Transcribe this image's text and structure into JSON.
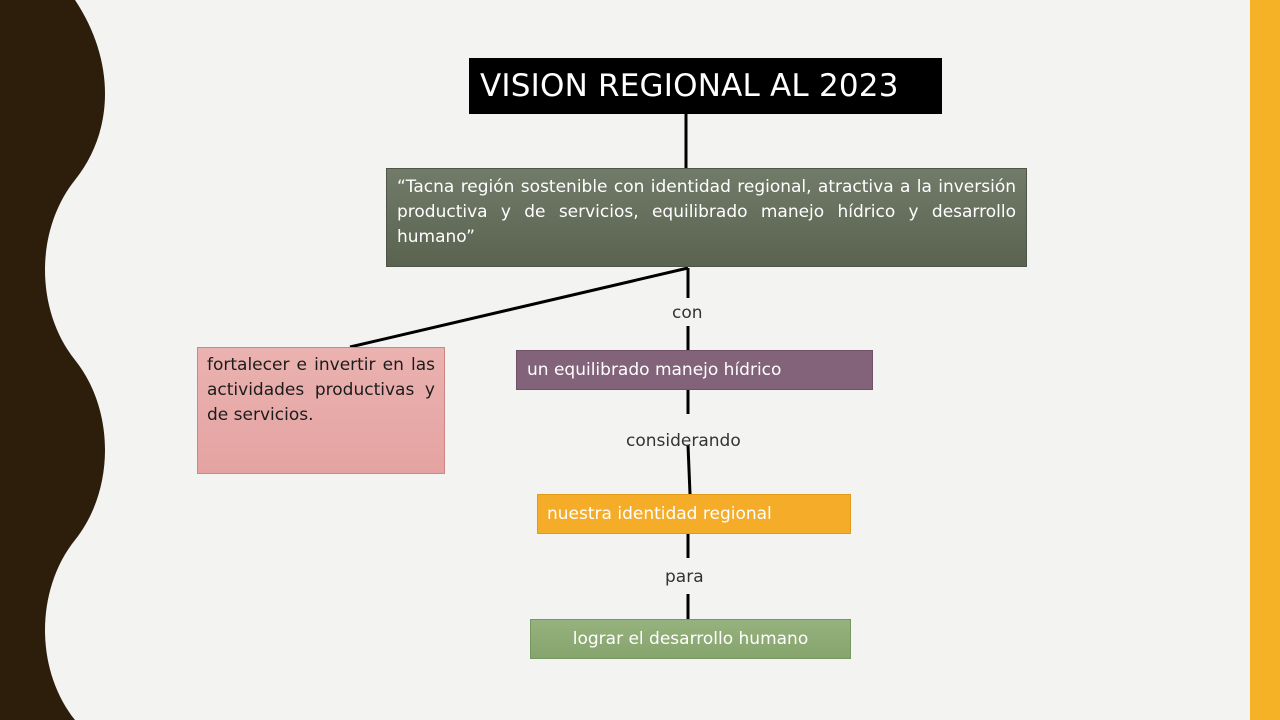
{
  "theme": {
    "left_band_color": "#2d1e0b",
    "right_band_color": "#f6b226",
    "background_color": "#f3f3f1"
  },
  "diagram": {
    "title": "VISION REGIONAL AL 2023",
    "vision_statement": "“Tacna región sostenible con identidad regional, atractiva a la inversión productiva y de servicios, equilibrado manejo hídrico y desarrollo humano”",
    "nodes": {
      "strategy": "fortalecer e invertir en las actividades productivas y de servicios.",
      "water": "un equilibrado manejo hídrico",
      "identity": "nuestra identidad regional",
      "human": "lograr el desarrollo humano"
    },
    "connector_labels": {
      "con": "con",
      "considerando": "considerando",
      "para": "para"
    },
    "colors": {
      "title_box": "#000000",
      "vision_box": "#6a7360",
      "strategy_box": "#e8acaa",
      "water_box": "#82637a",
      "identity_box": "#f5ac28",
      "human_box": "#8fac77"
    }
  }
}
